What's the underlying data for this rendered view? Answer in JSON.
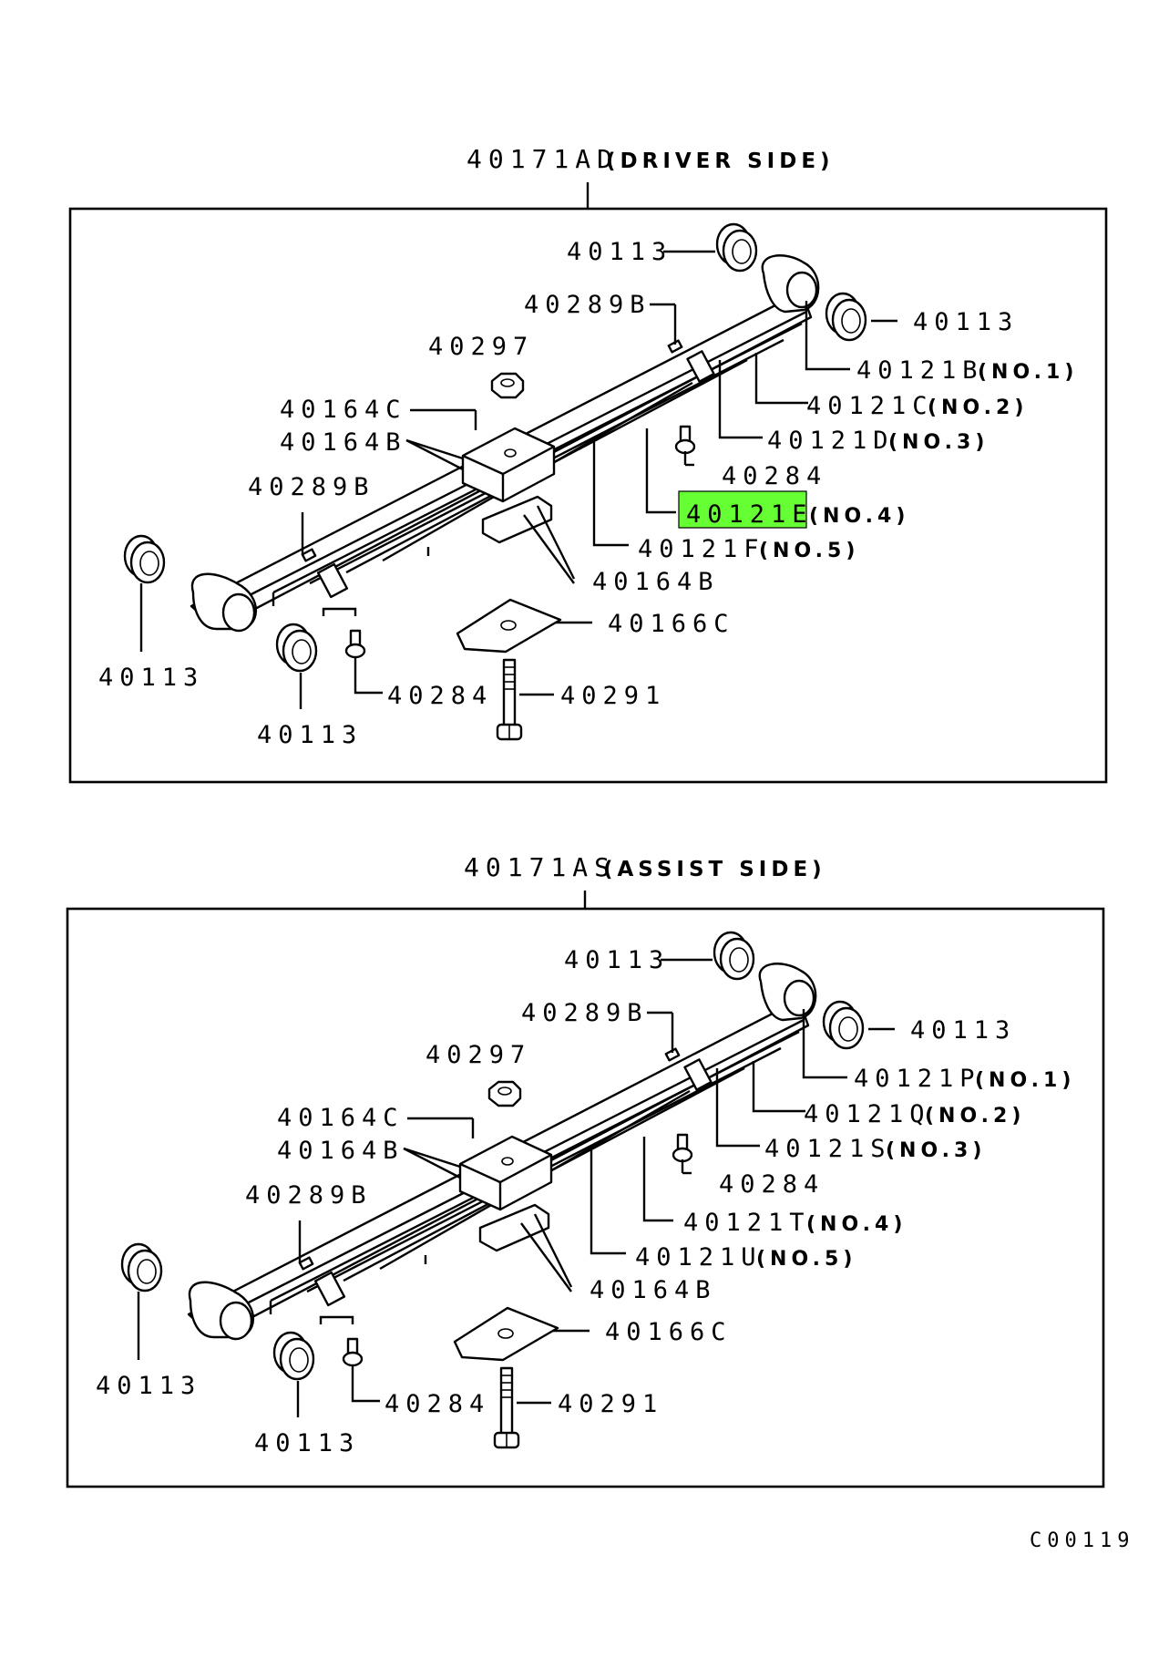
{
  "diagram_code": "C00119",
  "colors": {
    "highlight": "#66ff33",
    "ink": "#000000",
    "background": "#ffffff"
  },
  "panels": [
    {
      "title_code": "40171AD",
      "title_suffix": "(DRIVER SIDE)",
      "labels": {
        "bushing_top": "40113",
        "bushing_right": "40113",
        "bushing_left": "40113",
        "bushing_bottom": "40113",
        "clip_top": "40289B",
        "clip_left": "40289B",
        "nut": "40297",
        "pad_upper_c": "40164C",
        "pad_upper_b": "40164B",
        "pad_lower_b": "40164B",
        "leaf1": "40121B",
        "leaf1_suffix": "(NO.1)",
        "leaf2": "40121C",
        "leaf2_suffix": "(NO.2)",
        "leaf3": "40121D",
        "leaf3_suffix": "(NO.3)",
        "leaf4": "40121E",
        "leaf4_suffix": "(NO.4)",
        "leaf5": "40121F",
        "leaf5_suffix": "(NO.5)",
        "bolt_right": "40284",
        "bolt_left": "40284",
        "plate": "40166C",
        "center_bolt": "40291"
      }
    },
    {
      "title_code": "40171AS",
      "title_suffix": "(ASSIST SIDE)",
      "labels": {
        "bushing_top": "40113",
        "bushing_right": "40113",
        "bushing_left": "40113",
        "bushing_bottom": "40113",
        "clip_top": "40289B",
        "clip_left": "40289B",
        "nut": "40297",
        "pad_upper_c": "40164C",
        "pad_upper_b": "40164B",
        "pad_lower_b": "40164B",
        "leaf1": "40121P",
        "leaf1_suffix": "(NO.1)",
        "leaf2": "40121Q",
        "leaf2_suffix": "(NO.2)",
        "leaf3": "40121S",
        "leaf3_suffix": "(NO.3)",
        "leaf4": "40121T",
        "leaf4_suffix": "(NO.4)",
        "leaf5": "40121U",
        "leaf5_suffix": "(NO.5)",
        "bolt_right": "40284",
        "bolt_left": "40284",
        "plate": "40166C",
        "center_bolt": "40291"
      }
    }
  ]
}
